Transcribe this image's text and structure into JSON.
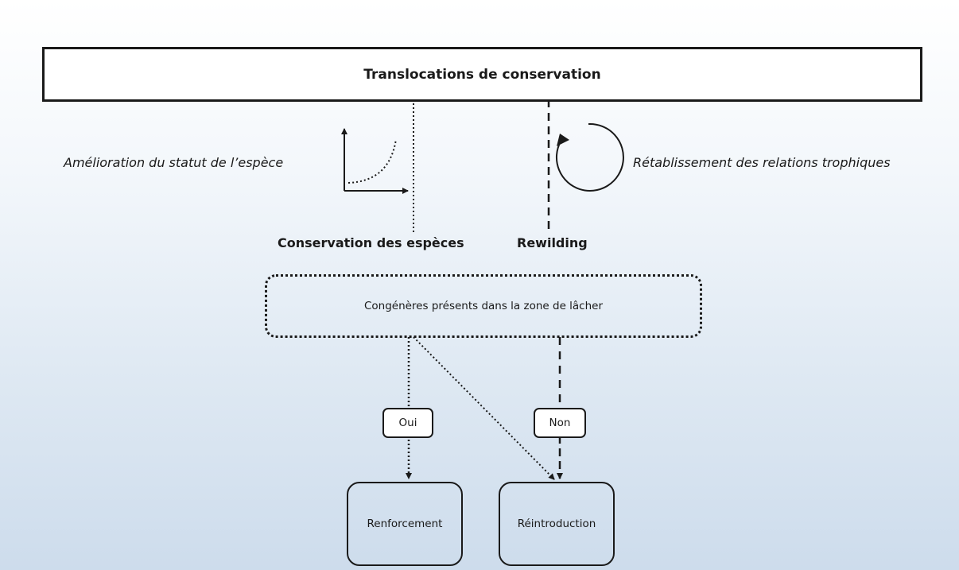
{
  "title": "Translocations de conservation",
  "left_goal": "Amélioration du statut de l’espèce",
  "right_goal": "Rétablissement des relations trophiques",
  "left_branch": "Conservation des espèces",
  "right_branch": "Rewilding",
  "condition": "Congénères présents dans la zone de lâcher",
  "yes_label": "Oui",
  "no_label": "Non",
  "outcome_left": "Renforcement",
  "outcome_right": "Réintroduction",
  "icons": [
    "growth-curve-icon",
    "cycle-arrow-icon"
  ]
}
